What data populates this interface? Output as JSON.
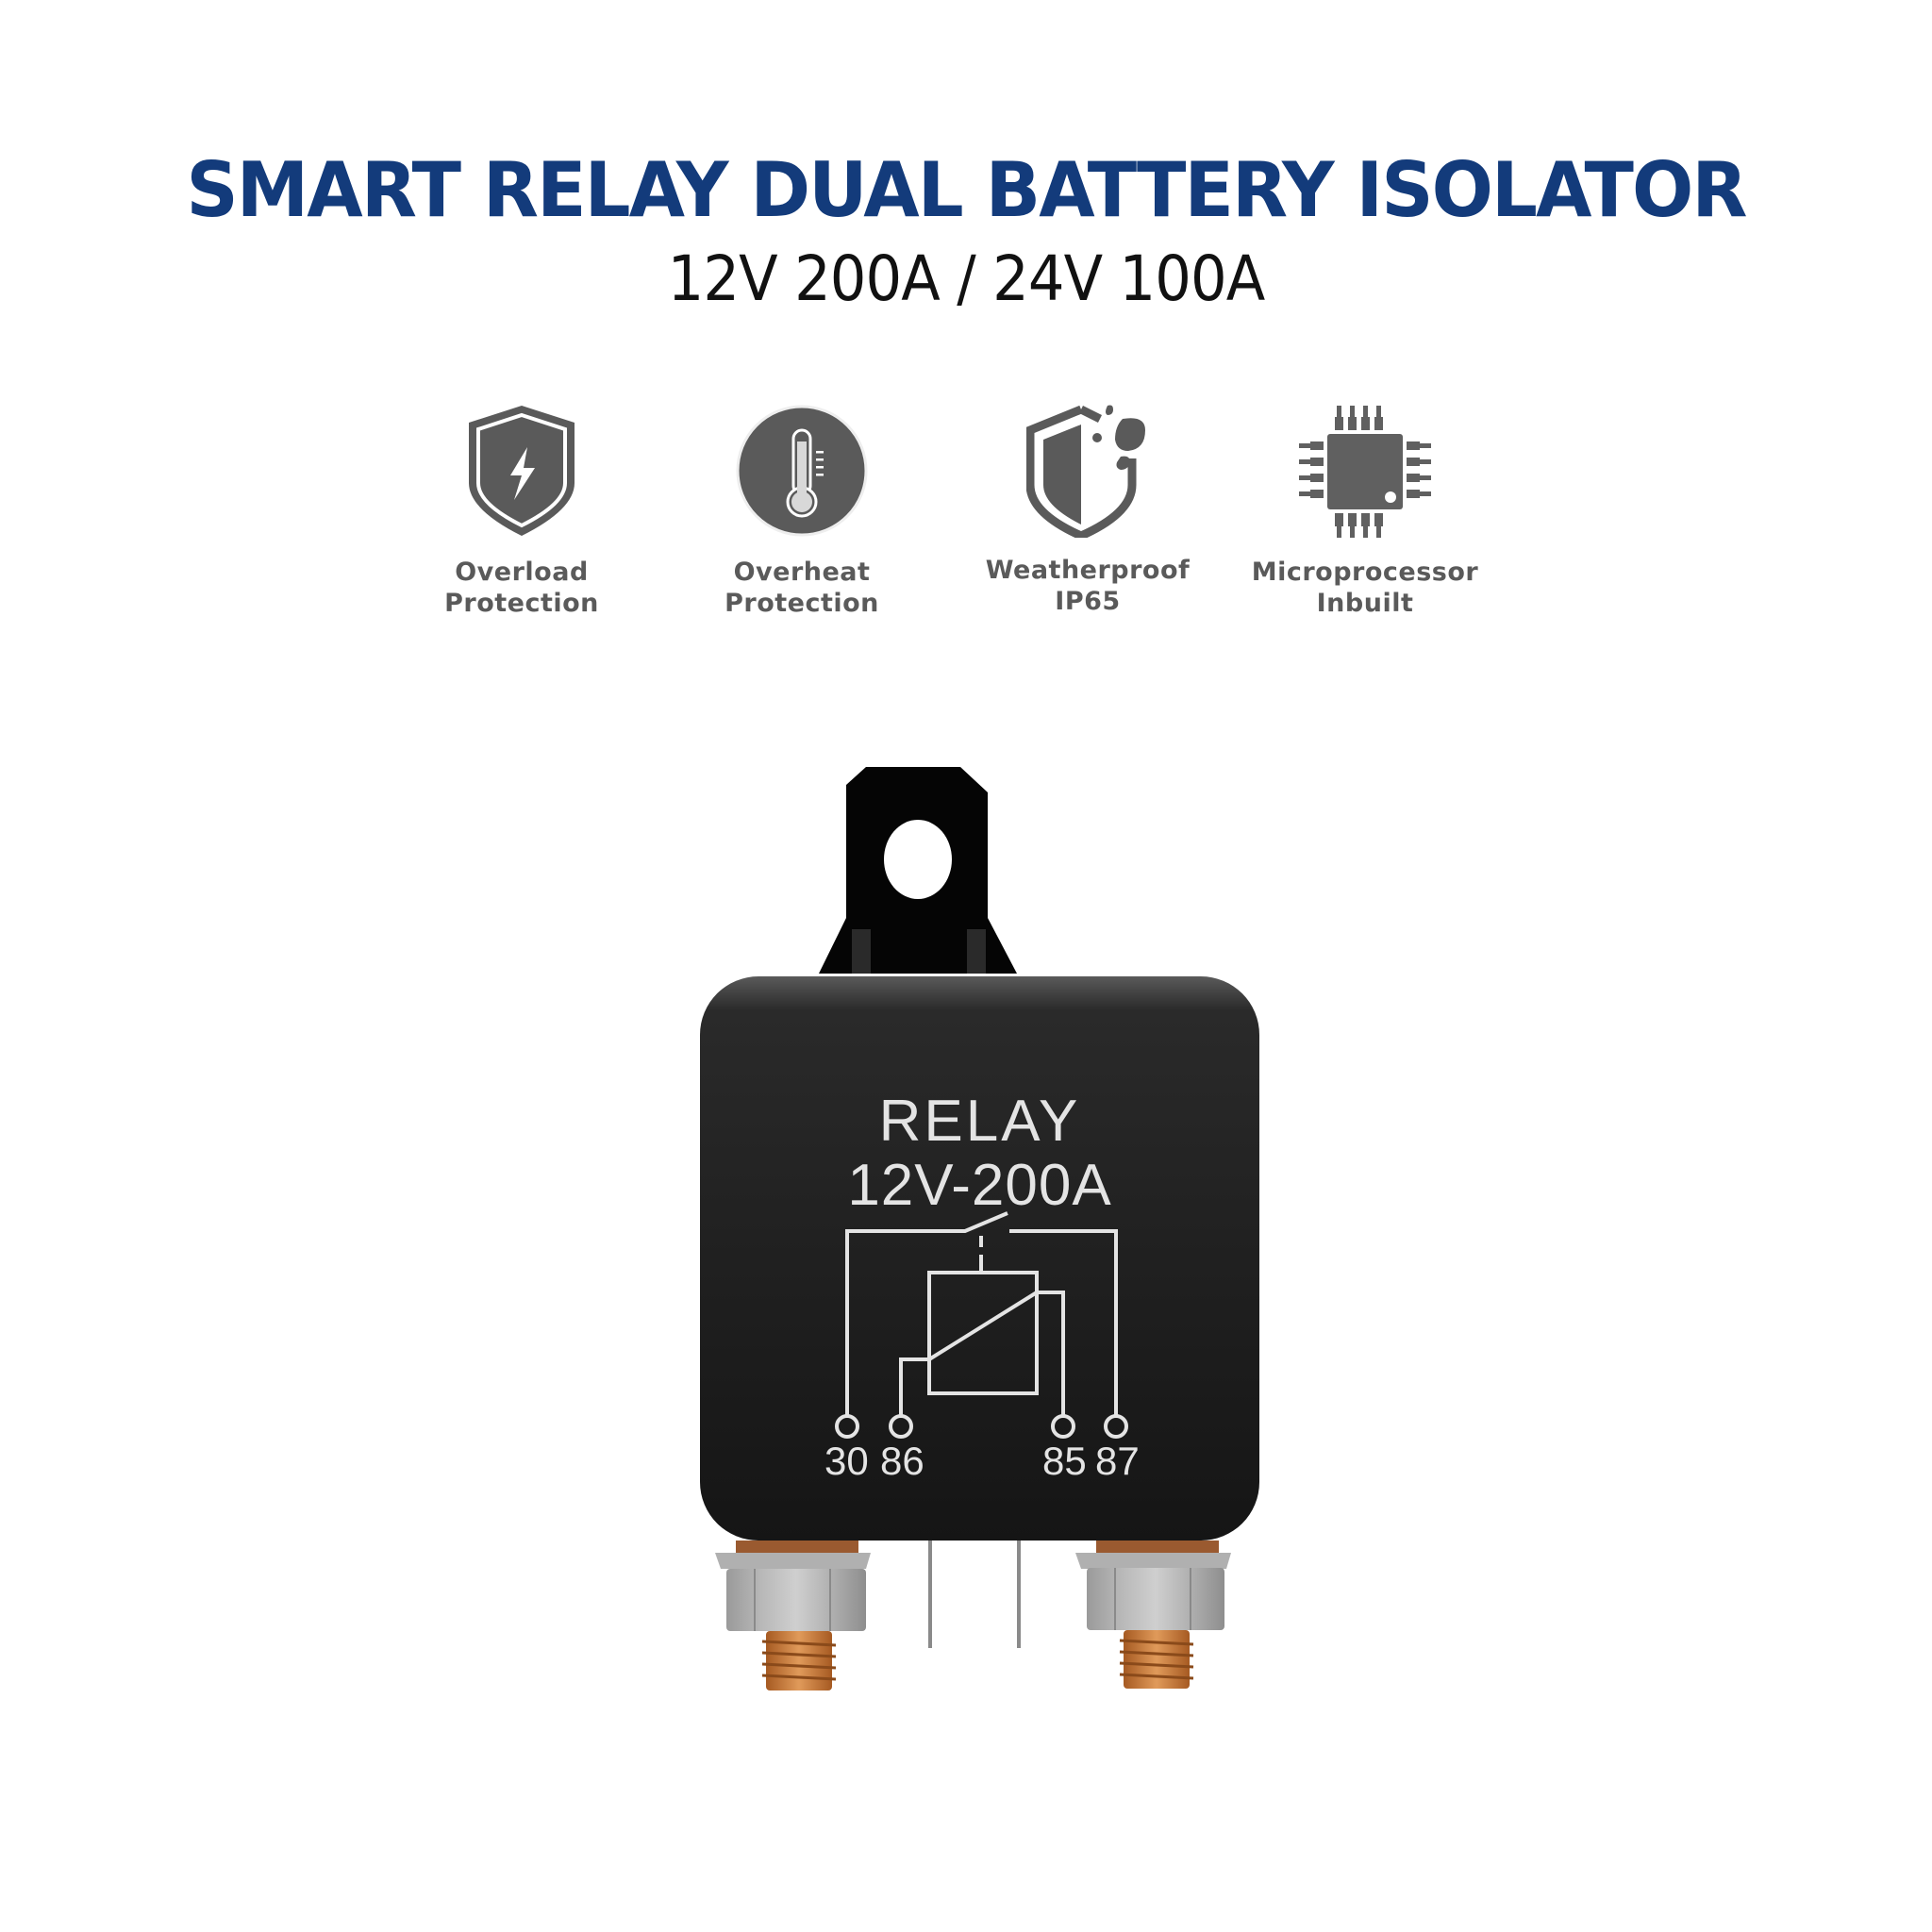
{
  "header": {
    "title": "SMART RELAY DUAL BATTERY ISOLATOR",
    "subtitle": "12V 200A / 24V 100A",
    "title_color": "#133b7b",
    "subtitle_color": "#111111"
  },
  "features": [
    {
      "icon": "shield-lightning-icon",
      "line1": "Overload",
      "line2": "Protection"
    },
    {
      "icon": "thermometer-icon",
      "line1": "Overheat",
      "line2": "Protection"
    },
    {
      "icon": "weatherproof-shield-icon",
      "line1": "Weatherproof",
      "line2": "IP65"
    },
    {
      "icon": "microchip-icon",
      "line1": "Microprocessor",
      "line2": "Inbuilt"
    }
  ],
  "feature_icon_color": "#5a5a5a",
  "product": {
    "label": "RELAY",
    "rating": "12V-200A",
    "terminals": [
      "30",
      "86",
      "85",
      "87"
    ],
    "body_color": "#1b1b1b",
    "stud_color": "#c87533"
  }
}
